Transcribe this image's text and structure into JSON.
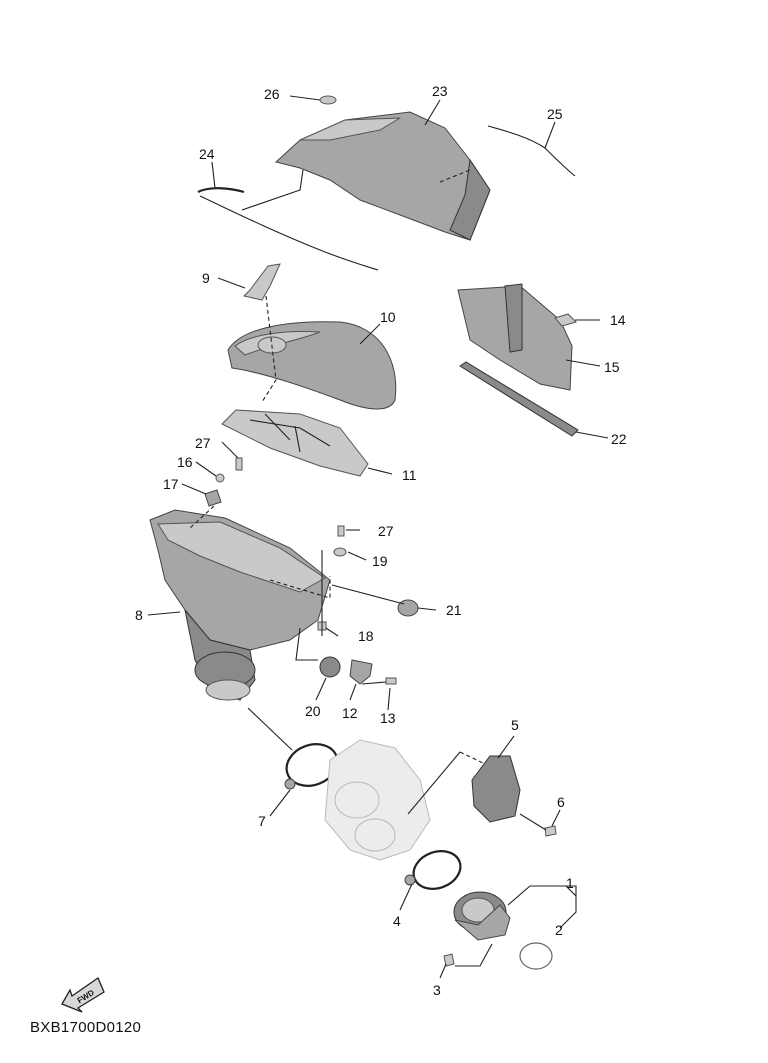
{
  "diagram_code": "BXB1700D0120",
  "fwd_label": "FWD",
  "callouts": {
    "c1": "1",
    "c2": "2",
    "c3": "3",
    "c4": "4",
    "c5": "5",
    "c6": "6",
    "c7": "7",
    "c8": "8",
    "c9": "9",
    "c10": "10",
    "c11": "11",
    "c12": "12",
    "c13": "13",
    "c14": "14",
    "c15": "15",
    "c16": "16",
    "c17": "17",
    "c18": "18",
    "c19": "19",
    "c20": "20",
    "c21": "21",
    "c22": "22",
    "c23": "23",
    "c24": "24",
    "c25": "25",
    "c26": "26",
    "c27a": "27",
    "c27b": "27"
  }
}
